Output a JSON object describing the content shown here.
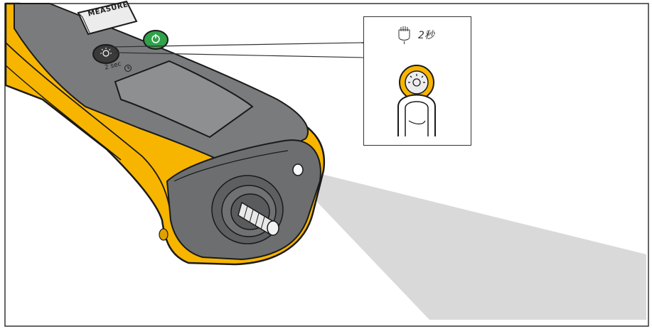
{
  "device": {
    "measure_button_label": "MEASURE",
    "backlight_hold_label": "2 sec"
  },
  "callout": {
    "duration_label": "2秒",
    "icons": [
      "hand-press-icon",
      "backlight-sun-icon"
    ]
  },
  "colors": {
    "body_yellow": "#F7B500",
    "panel_gray": "#7A7B7C",
    "screen_gray": "#8E8F90",
    "nose_gray": "#6D6E70",
    "power_green": "#2FA24A",
    "beam_gray": "#D9D9D9",
    "outline": "#1A1A1A"
  }
}
